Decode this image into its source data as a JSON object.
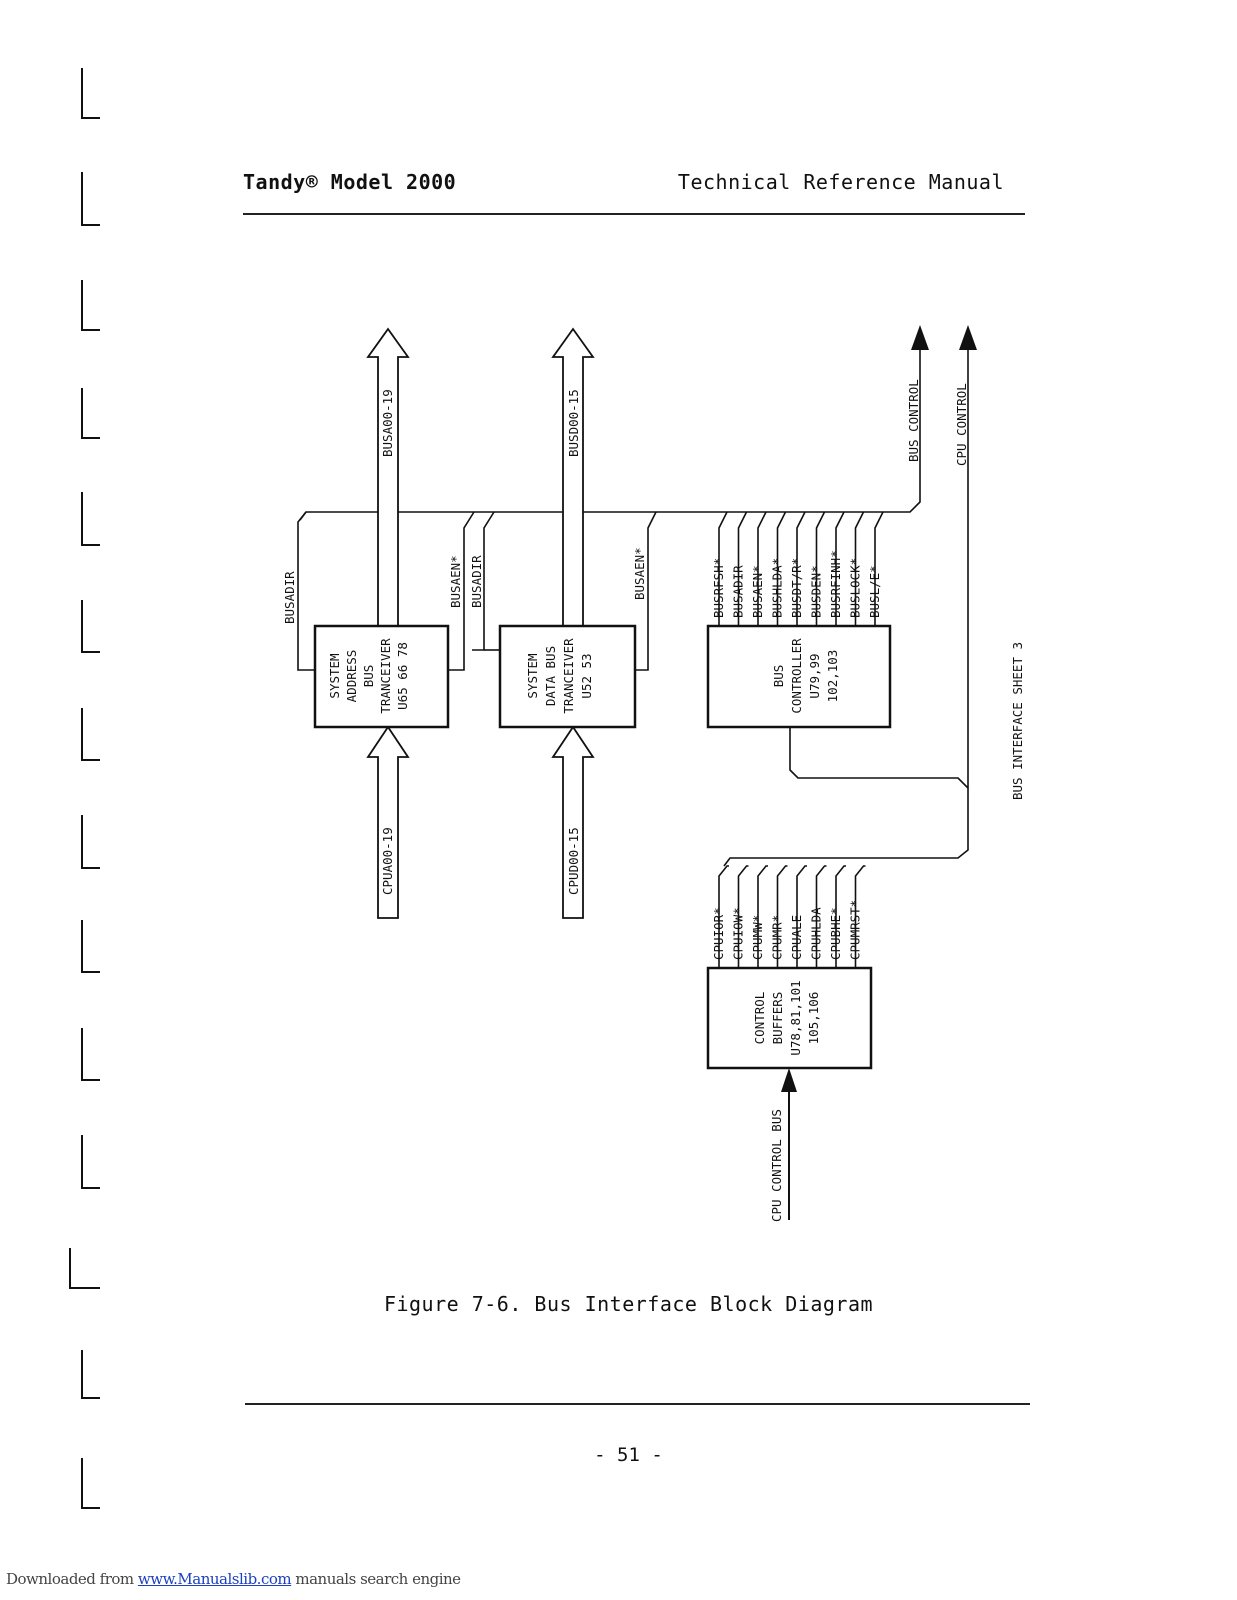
{
  "header": {
    "left": "Tandy® Model 2000",
    "right": "Technical Reference Manual"
  },
  "diagram": {
    "blocks": {
      "address": {
        "lines": [
          "SYSTEM",
          "ADDRESS",
          "BUS",
          "TRANCEIVER"
        ],
        "parts": "U65 66 78"
      },
      "data": {
        "lines": [
          "SYSTEM",
          "DATA BUS",
          "TRANCEIVER"
        ],
        "parts": "U52 53"
      },
      "controller": {
        "lines": [
          "BUS",
          "CONTROLLER"
        ],
        "parts": [
          "U79,99",
          "102,103"
        ]
      },
      "buffers": {
        "lines": [
          "CONTROL",
          "BUFFERS"
        ],
        "parts": [
          "U78,81,101",
          "105,106"
        ]
      }
    },
    "buses": {
      "busa": "BUSA00-19",
      "busd": "BUSD00-15",
      "cpua": "CPUA00-19",
      "cpud": "CPUD00-15",
      "bus_control": "BUS CONTROL",
      "cpu_control": "CPU CONTROL",
      "cpu_control_bus": "CPU CONTROL BUS"
    },
    "address_signals": {
      "left": "BUSADIR",
      "right": [
        "BUSAEN*",
        "BUSADIR"
      ]
    },
    "data_signals": {
      "right": "BUSAEN*"
    },
    "controller_signals": [
      "BUSRFSH*",
      "BUSADIR",
      "BUSAEN*",
      "BUSHLDA*",
      "BUSDT/R*",
      "BUSDEN*",
      "BUSRFINH*",
      "BUSLOCK*",
      "BUSL/E*"
    ],
    "buffer_signals": [
      "CPUIOR*",
      "CPUIOW*",
      "CPUMW*",
      "CPUMR*",
      "CPUALE",
      "CPUHLDA",
      "CPUBHE*",
      "CPUMRST*"
    ],
    "side_note": "BUS INTERFACE SHEET 3"
  },
  "caption": "Figure 7-6.  Bus Interface Block Diagram",
  "page_number": "- 51 -",
  "footer": {
    "prefix": "Downloaded from ",
    "link": "www.Manualslib.com",
    "suffix": " manuals search engine"
  }
}
